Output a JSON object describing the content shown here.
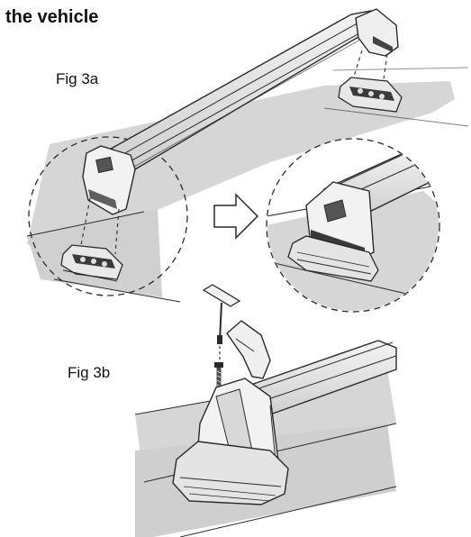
{
  "page": {
    "heading": "the vehicle"
  },
  "figures": [
    {
      "id": "fig3a",
      "label": "Fig 3a"
    },
    {
      "id": "fig3b",
      "label": "Fig 3b"
    }
  ],
  "colors": {
    "roof_panel": "#d6d6d6",
    "line_art": "#2a2a2a",
    "background": "#ffffff"
  },
  "icons": [
    "right-arrow-icon",
    "roof-bar-illustration",
    "foot-pad-illustration",
    "t-handle-key-icon",
    "bolt-icon"
  ]
}
